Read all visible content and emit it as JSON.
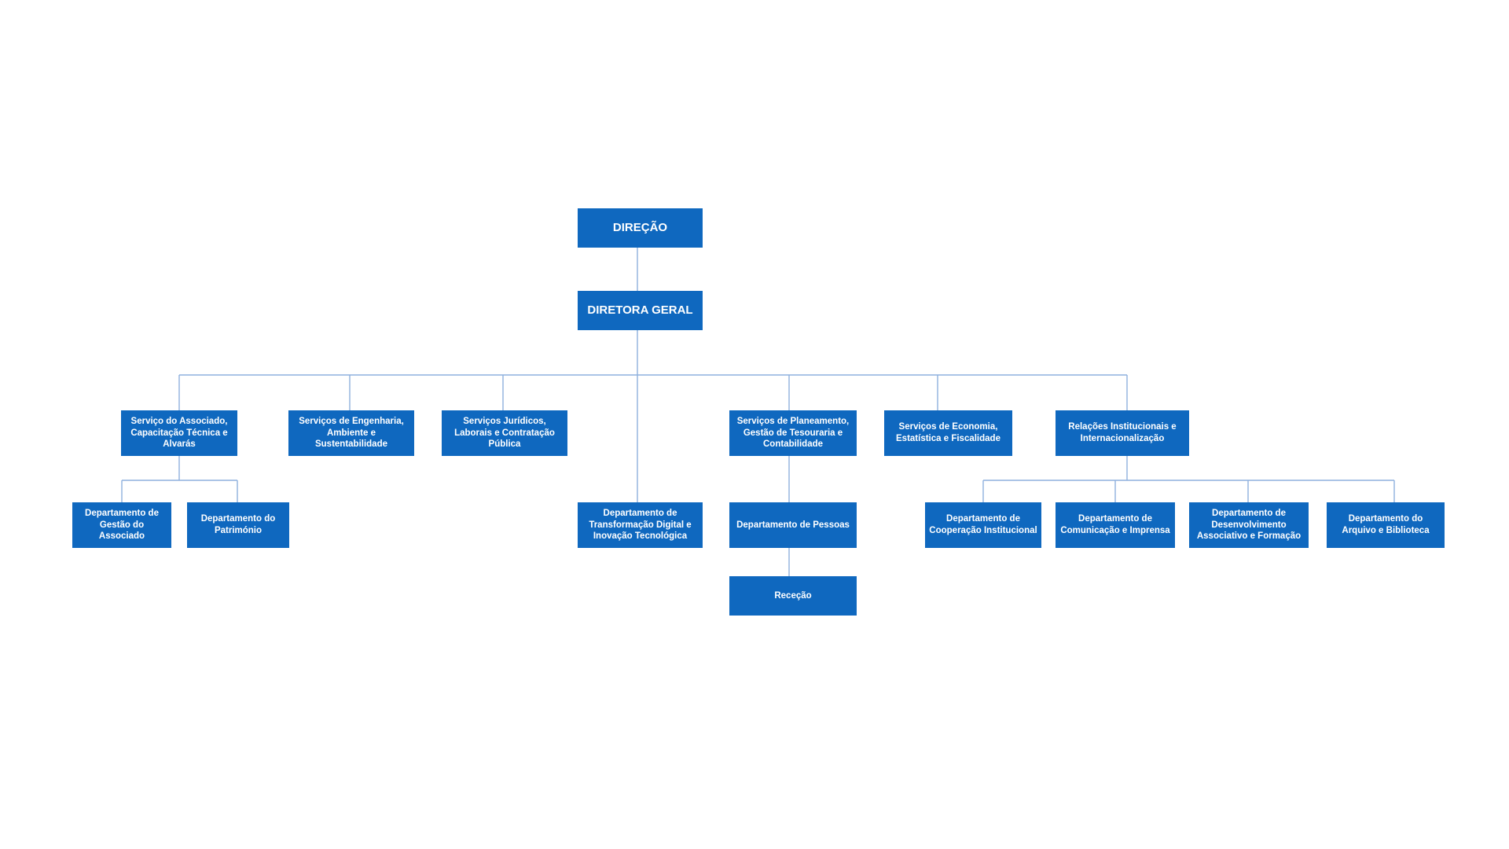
{
  "colors": {
    "box": "#0f68bf",
    "text": "#ffffff",
    "connector": "#8fb0dd",
    "background": "#ffffff"
  },
  "nodes": {
    "direcao": "DIREÇÃO",
    "diretora_geral": "DIRETORA GERAL",
    "servico_associado": "Serviço do Associado, Capacitação Técnica e Alvarás",
    "servicos_engenharia": "Serviços de Engenharia, Ambiente e Sustentabilidade",
    "servicos_juridicos": "Serviços Jurídicos, Laborais e Contratação Pública",
    "servicos_planeamento": "Serviços de Planeamento, Gestão de Tesouraria e Contabilidade",
    "servicos_economia": "Serviços de Economia, Estatística e Fiscalidade",
    "relacoes_institucionais": "Relações Institucionais e Internacionalização",
    "dep_gestao_associado": "Departamento de Gestão do Associado",
    "dep_patrimonio": "Departamento do Património",
    "dep_transformacao_digital": "Departamento de Transformação Digital e Inovação Tecnológica",
    "dep_pessoas": "Departamento de Pessoas",
    "rececao": "Receção",
    "dep_cooperacao": "Departamento de Cooperação Institucional",
    "dep_comunicacao": "Departamento de Comunicação e Imprensa",
    "dep_desenvolvimento": "Departamento de Desenvolvimento Associativo e Formação",
    "dep_arquivo": "Departamento do Arquivo e Biblioteca"
  }
}
